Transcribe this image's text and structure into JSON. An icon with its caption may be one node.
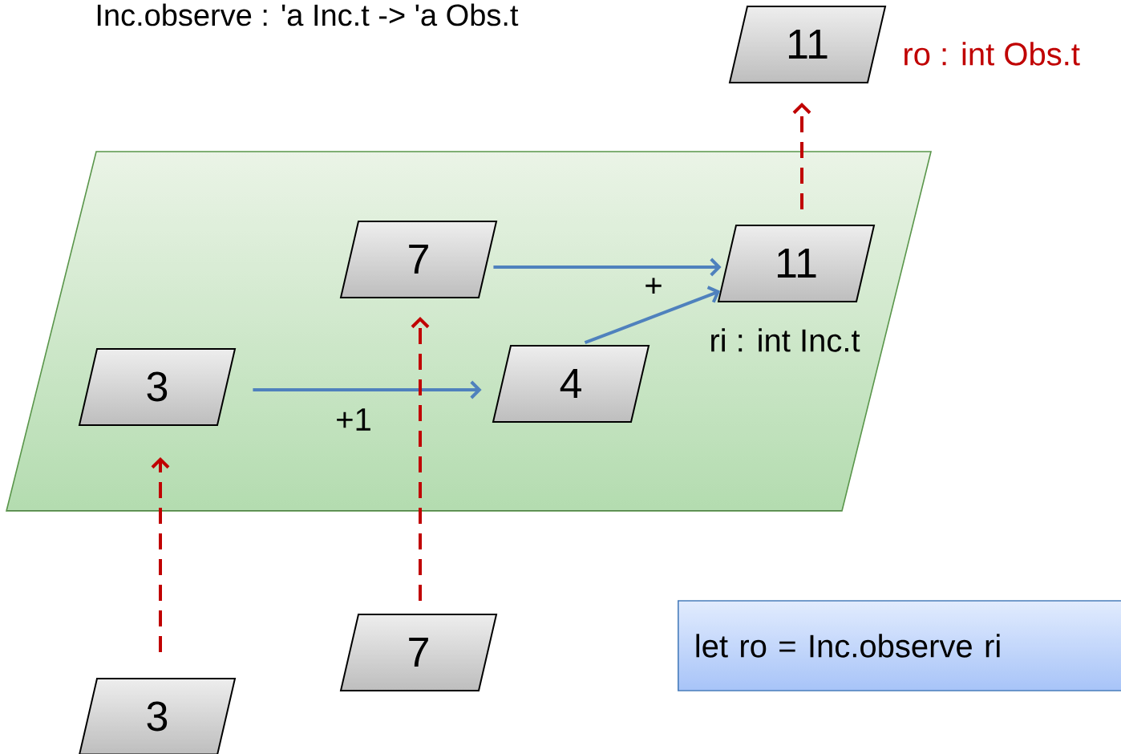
{
  "diagram": {
    "title": "Inc.observe : 'a Inc.t -> 'a Obs.t",
    "nodes": [
      {
        "text": [],
        "shape": "parallelogram"
      },
      {
        "text": [
          "11"
        ],
        "beside": [
          "ro : int Obs.t"
        ]
      },
      {
        "text": [
          "7"
        ],
        "in": 0
      },
      {
        "text": [
          "11"
        ],
        "in": 0,
        "beside": [
          "ri : int Inc.t"
        ]
      },
      {
        "text": [
          "3"
        ],
        "in": 0
      },
      {
        "text": [
          "4"
        ],
        "in": 0
      },
      {
        "text": [
          "7"
        ]
      },
      {
        "text": [
          "3"
        ]
      },
      {
        "text": [
          "let ro = Inc.observe ri"
        ]
      }
    ],
    "edges": [
      {
        "from": 3,
        "to": 1,
        "arrow": "to",
        "style": "dashed",
        "color": "#c00000"
      },
      {
        "from": 2,
        "to": 3,
        "arrow": "to",
        "color": "#4f81bd"
      },
      {
        "from": 5,
        "to": 3,
        "arrow": "to",
        "label": "+",
        "color": "#4f81bd"
      },
      {
        "from": 4,
        "to": 5,
        "arrow": "to",
        "label": "+1",
        "color": "#4f81bd"
      },
      {
        "from": 6,
        "to": 2,
        "arrow": "to",
        "style": "dashed",
        "color": "#c00000"
      },
      {
        "from": 7,
        "to": 4,
        "arrow": "to",
        "style": "dashed",
        "color": "#c00000"
      }
    ]
  }
}
